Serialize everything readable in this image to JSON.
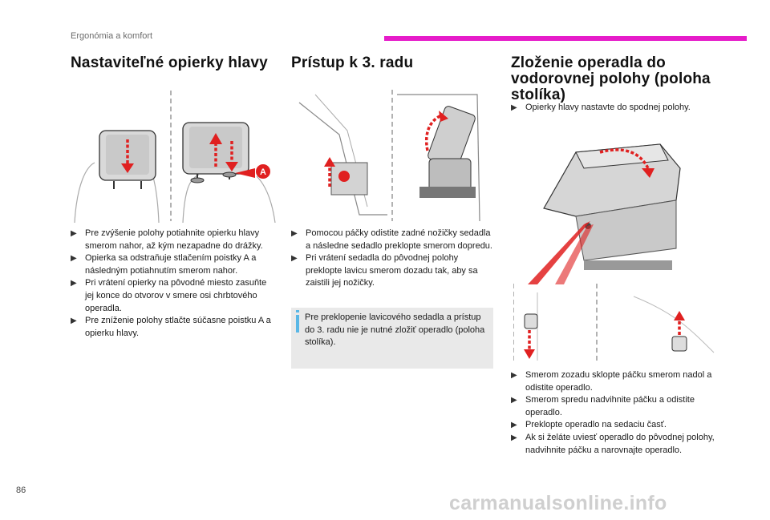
{
  "header": {
    "section": "Ergonómia a komfort",
    "accent": "#e61cc9"
  },
  "col1": {
    "title": "Nastaviteľné opierky hlavy",
    "label_a": "A",
    "items": [
      "Pre zvýšenie polohy potiahnite opierku hlavy smerom nahor, až kým nezapadne do drážky.",
      "Opierka sa odstraňuje stlačením poistky A a následným potiahnutím smerom nahor.",
      "Pri vrátení opierky na pôvodné miesto zasuňte jej konce do otvorov v smere osi chrbtového operadla.",
      "Pre zníženie polohy stlačte súčasne poistku A a opierku hlavy."
    ]
  },
  "col2": {
    "title": "Prístup k 3. radu",
    "items": [
      "Pomocou páčky odistite zadné nožičky sedadla a následne sedadlo preklopte smerom dopredu.",
      "Pri vrátení sedadla do pôvodnej polohy preklopte lavicu smerom dozadu tak, aby sa zaistili jej nožičky."
    ],
    "note": "Pre preklopenie lavicového sedadla a prístup do 3. radu nie je nutné zložiť operadlo (poloha stolíka)."
  },
  "col3": {
    "title": "Zloženie operadla do vodorovnej polohy (poloha stolíka)",
    "intro": "Opierky hlavy nastavte do spodnej polohy.",
    "items": [
      "Smerom zozadu sklopte páčku smerom nadol a odistite operadlo.",
      "Smerom spredu nadvihnite páčku a odistite operadlo.",
      "Preklopte operadlo na sedaciu časť.",
      "Ak si želáte uviesť operadlo do pôvodnej polohy, nadvihnite páčku a narovnajte operadlo."
    ]
  },
  "footer": {
    "page": "86",
    "watermark": "carmanualsonline.info"
  },
  "colors": {
    "arrow": "#e02020",
    "note_bg": "#e9e9e9",
    "info_icon": "#59b7e6"
  },
  "icons": {
    "bullet": "▶",
    "info": "info-icon"
  }
}
